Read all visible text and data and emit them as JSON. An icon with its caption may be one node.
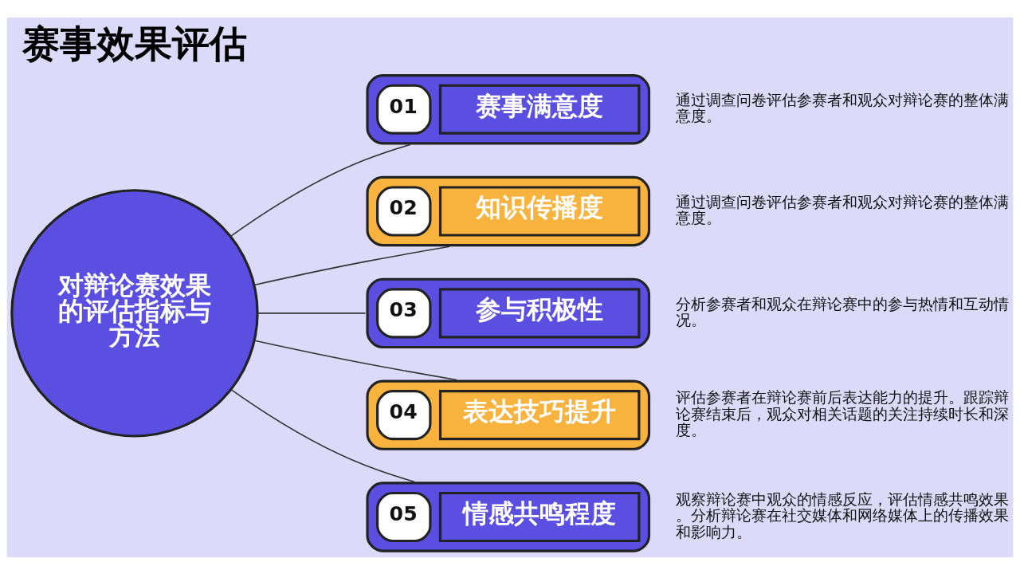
{
  "diagram": {
    "title": "赛事效果评估",
    "nodes": [
      {
        "text": [
          "对辩论赛效果的评估指标与方法"
        ]
      },
      {
        "text": [
          "01",
          "赛事满意度"
        ],
        "beside": [
          "通过调查问卷评估参赛者和观众对辩论赛的整体满意度。"
        ]
      },
      {
        "text": [
          "02",
          "知识传播度"
        ],
        "beside": [
          "通过调查问卷评估参赛者和观众对辩论赛的整体满意度。"
        ]
      },
      {
        "text": [
          "03",
          "参与积极性"
        ],
        "beside": [
          "分析参赛者和观众在辩论赛中的参与热情和互动情况。"
        ]
      },
      {
        "text": [
          "04",
          "表达技巧提升"
        ],
        "beside": [
          "评估参赛者在辩论赛前后表达能力的提升。跟踪辩论赛结束后，观众对相关话题的关注持续时长和深度。"
        ]
      },
      {
        "text": [
          "05",
          "情感共鸣程度"
        ],
        "beside": [
          "观察辩论赛中观众的情感反应，评估情感共鸣效果。分析辩论赛在社交媒体和网络媒体上的传播效果和影响力。"
        ]
      }
    ],
    "edges": [
      {
        "from": 0,
        "to": 1,
        "arrow": "none"
      },
      {
        "from": 0,
        "to": 2,
        "arrow": "none"
      },
      {
        "from": 0,
        "to": 3,
        "arrow": "none"
      },
      {
        "from": 0,
        "to": 4,
        "arrow": "none"
      },
      {
        "from": 0,
        "to": 5,
        "arrow": "none"
      }
    ]
  }
}
